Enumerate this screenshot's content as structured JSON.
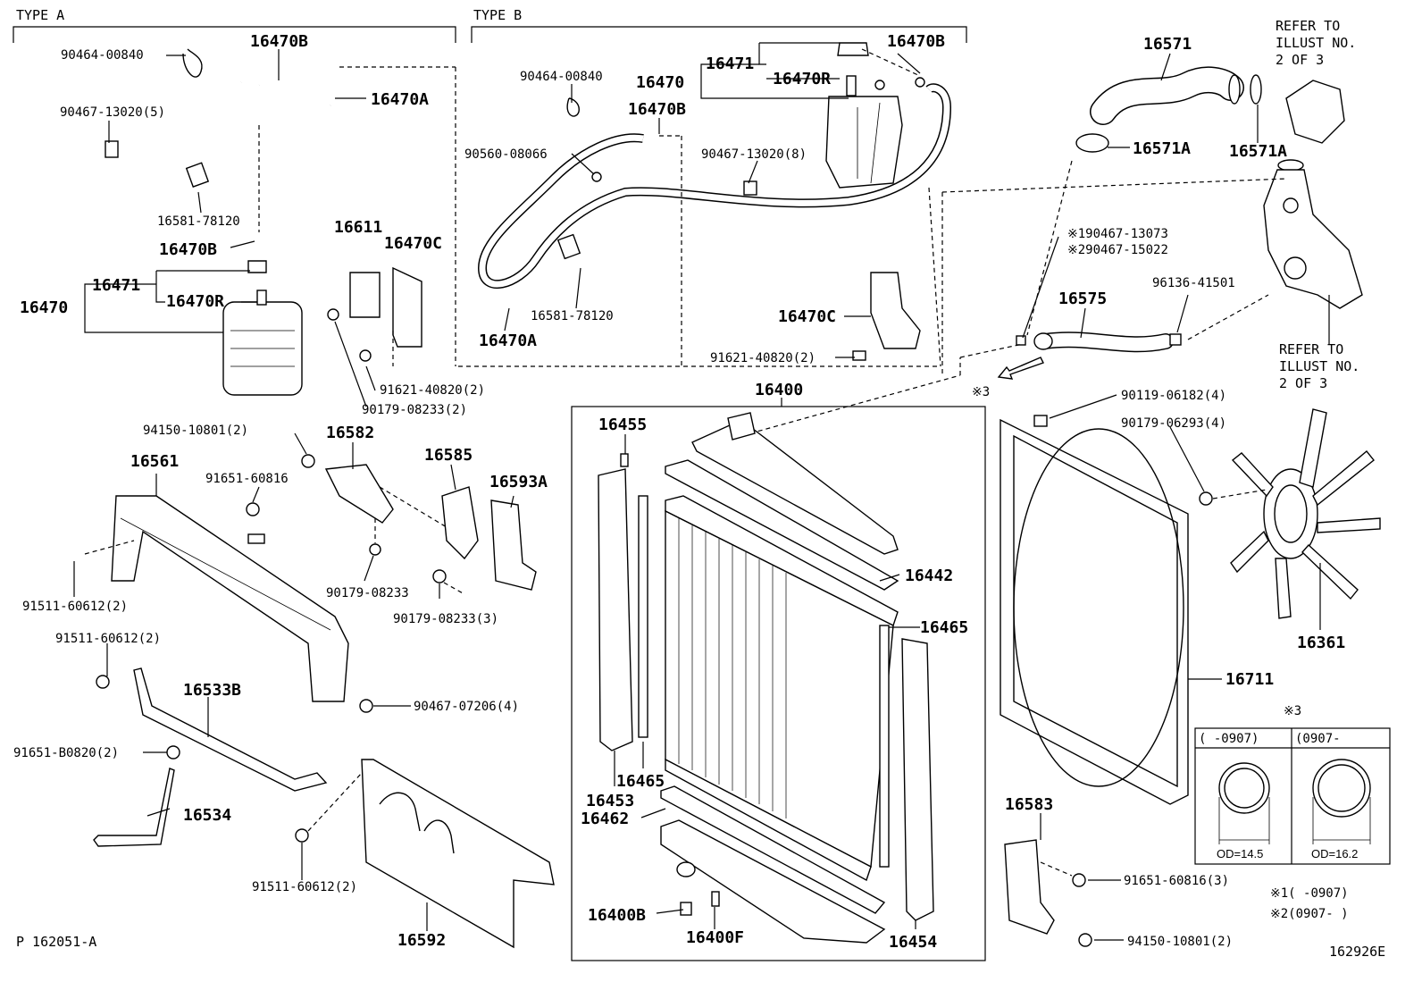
{
  "header": {
    "type_a": "TYPE A",
    "type_b": "TYPE B",
    "refer_top": [
      "REFER TO",
      "ILLUST NO.",
      "2 OF 3"
    ],
    "refer_mid": [
      "REFER TO",
      "ILLUST NO.",
      "2 OF 3"
    ]
  },
  "labels": {
    "a_90464_00840": "90464-00840",
    "a_16470B_top": "16470B",
    "a_16470A": "16470A",
    "a_90467_13020": "90467-13020(5)",
    "a_16581_78120": "16581-78120",
    "a_16470B_mid": "16470B",
    "a_16471": "16471",
    "a_16470": "16470",
    "a_16470R": "16470R",
    "a_16611": "16611",
    "a_16470C": "16470C",
    "a_91621_40820": "91621-40820(2)",
    "a_90179_08233": "90179-08233(2)",
    "b_90464_00840": "90464-00840",
    "b_16471": "16471",
    "b_16470": "16470",
    "b_16470B_top": "16470B",
    "b_16470R": "16470R",
    "b_16470B_mid": "16470B",
    "b_90560_08066": "90560-08066",
    "b_90467_13020": "90467-13020(8)",
    "b_16581_78120": "16581-78120",
    "b_16470A": "16470A",
    "b_16470C": "16470C",
    "b_91621_40820": "91621-40820(2)",
    "r_16571": "16571",
    "r_16571A_left": "16571A",
    "r_16571A_right": "16571A",
    "r_190467_13073": "※190467-13073",
    "r_290467_15022": "※290467-15022",
    "r_16575": "16575",
    "r_96136_41501": "96136-41501",
    "r_x3_arrow": "※3",
    "c_16400": "16400",
    "c_16455": "16455",
    "c_16442": "16442",
    "c_16465_right": "16465",
    "c_16465_left": "16465",
    "c_16453": "16453",
    "c_16462": "16462",
    "c_16400B": "16400B",
    "c_16400F": "16400F",
    "c_16454": "16454",
    "f_90119_06182": "90119-06182(4)",
    "f_90179_06293": "90179-06293(4)",
    "f_16361": "16361",
    "f_16711": "16711",
    "f_x3_table": "※3",
    "f_16583": "16583",
    "f_91651_60816": "91651-60816(3)",
    "f_94150_10801": "94150-10801(2)",
    "l_94150_10801": "94150-10801(2)",
    "l_16582": "16582",
    "l_16561": "16561",
    "l_91651_60816": "91651-60816",
    "l_16585": "16585",
    "l_16593A": "16593A",
    "l_91511_60612_a": "91511-60612(2)",
    "l_90179_08233": "90179-08233",
    "l_90179_08233_3": "90179-08233(3)",
    "l_91511_60612_b": "91511-60612(2)",
    "l_16533B": "16533B",
    "l_90467_07206": "90467-07206(4)",
    "l_91651_B0820": "91651-B0820(2)",
    "l_16534": "16534",
    "l_91511_60612_c": "91511-60612(2)",
    "l_16592": "16592",
    "footer_left": "P 162051-A",
    "footer_right": "162926E"
  },
  "od_table": {
    "col1_header": "(      -0907)",
    "col2_header": "(0907-      ",
    "col1_od": "OD=14.5",
    "col2_od": "OD=16.2"
  },
  "notes": {
    "note1": "※1(      -0907)",
    "note2": "※2(0907-      )"
  }
}
